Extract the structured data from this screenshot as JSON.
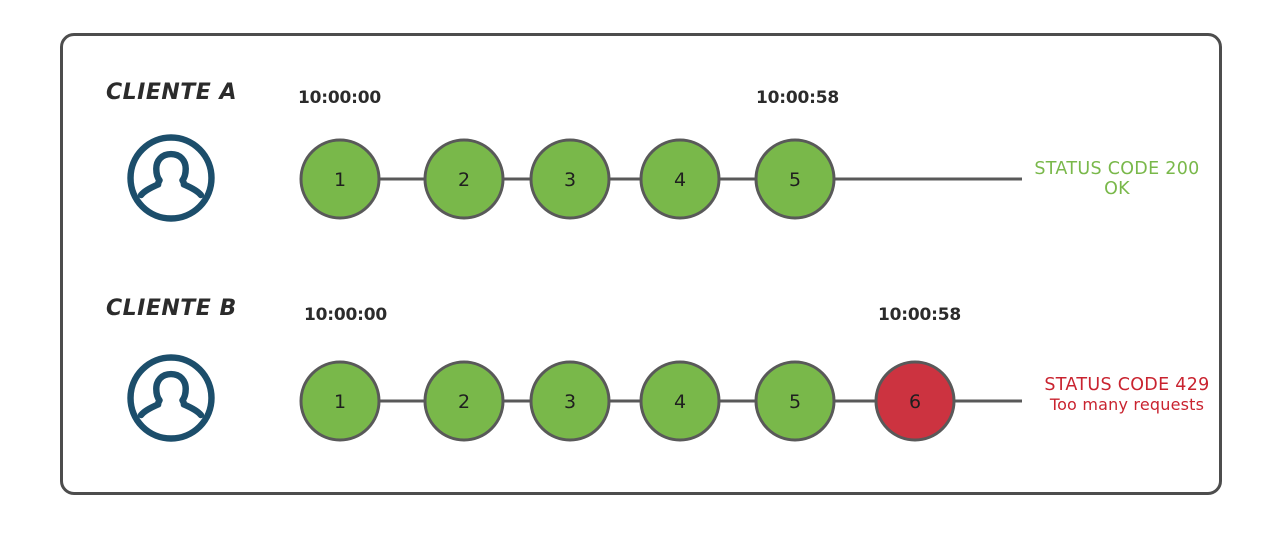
{
  "diagram": {
    "title_present": false,
    "colors": {
      "frame_border": "#4d4d4d",
      "node_ok": "#79b84a",
      "node_error": "#cc3340",
      "node_stroke": "#595959",
      "connector": "#595959",
      "avatar": "#1c4e6b",
      "text_ok": "#79b84a",
      "text_error": "#c9232f",
      "label_text": "#2b2b2b"
    },
    "rows": [
      {
        "id": "client-a",
        "label": "CLIENTE A",
        "avatar_icon": "user-avatar-icon",
        "start_time": "10:00:00",
        "end_time": "10:00:58",
        "nodes": [
          {
            "number": "1",
            "state": "ok"
          },
          {
            "number": "2",
            "state": "ok"
          },
          {
            "number": "3",
            "state": "ok"
          },
          {
            "number": "4",
            "state": "ok"
          },
          {
            "number": "5",
            "state": "ok"
          }
        ],
        "status": {
          "line1": "STATUS CODE 200",
          "line2": "OK",
          "state": "ok"
        }
      },
      {
        "id": "client-b",
        "label": "CLIENTE B",
        "avatar_icon": "user-avatar-icon",
        "start_time": "10:00:00",
        "end_time": "10:00:58",
        "nodes": [
          {
            "number": "1",
            "state": "ok"
          },
          {
            "number": "2",
            "state": "ok"
          },
          {
            "number": "3",
            "state": "ok"
          },
          {
            "number": "4",
            "state": "ok"
          },
          {
            "number": "5",
            "state": "ok"
          },
          {
            "number": "6",
            "state": "error"
          }
        ],
        "status": {
          "line1": "STATUS CODE 429",
          "line2": "Too many requests",
          "state": "error"
        }
      }
    ]
  }
}
